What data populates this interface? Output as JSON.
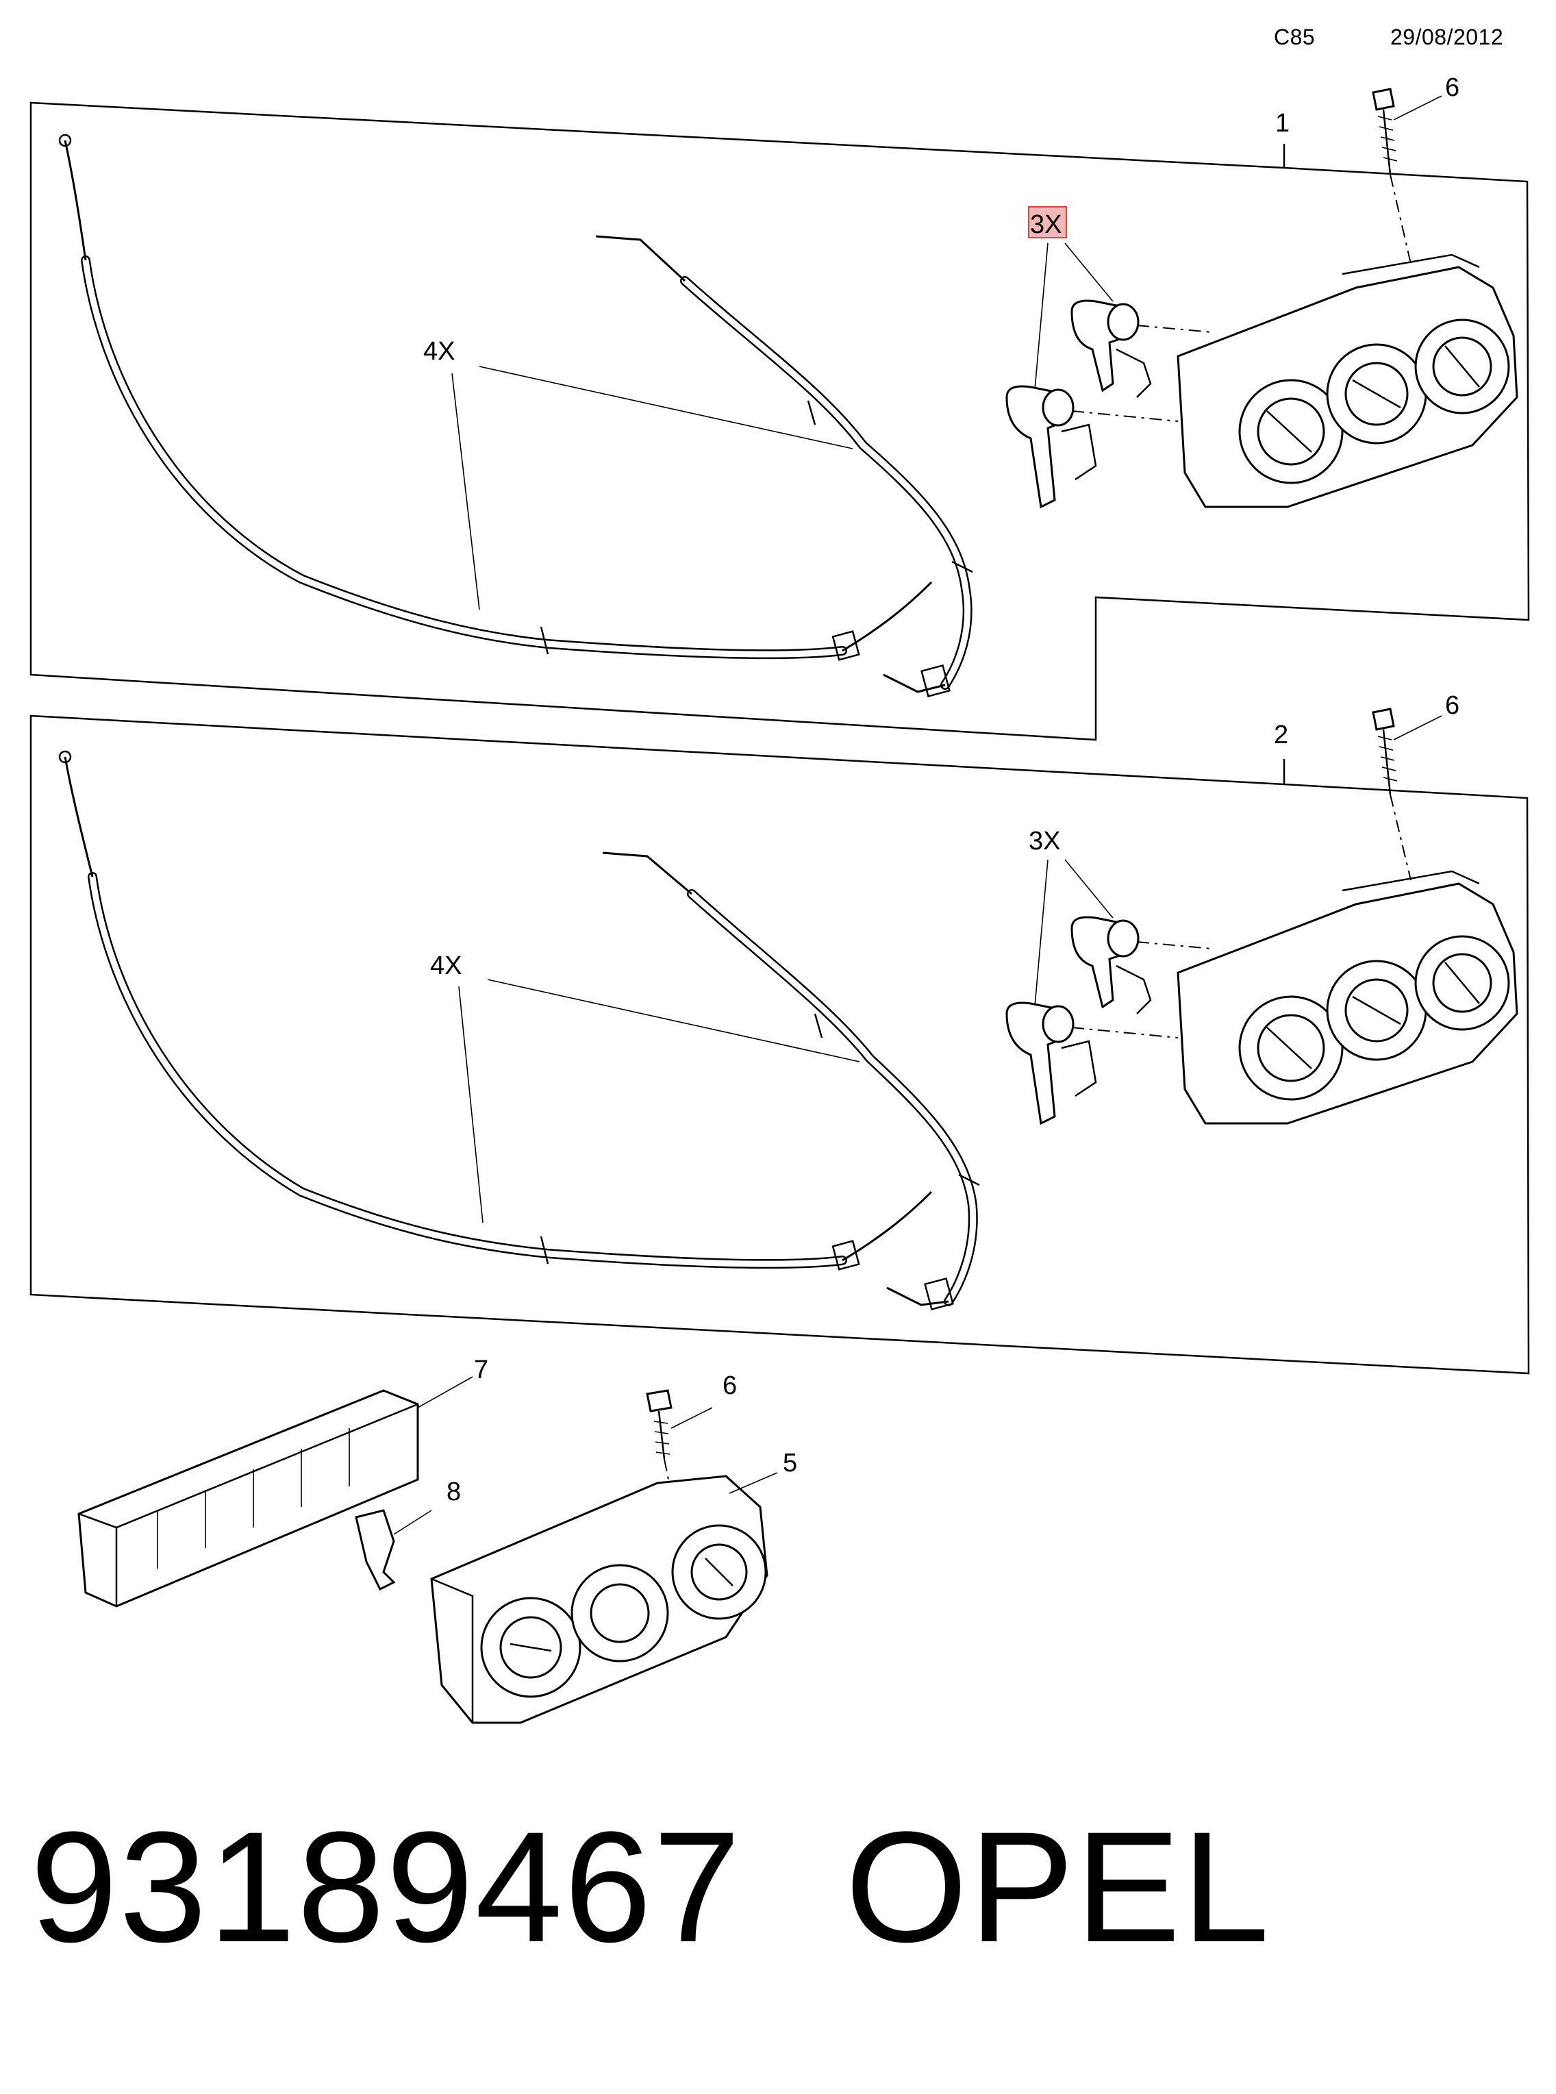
{
  "header": {
    "code": "C85",
    "date": "29/08/2012"
  },
  "callouts": {
    "item1": "1",
    "item2": "2",
    "item5": "5",
    "item6_upper": "6",
    "item6_middle": "6",
    "item6_lower": "6",
    "item7": "7",
    "item8": "8",
    "qty_cables_upper": "4X",
    "qty_levers_upper": "3X",
    "qty_cables_lower": "4X",
    "qty_levers_lower": "3X"
  },
  "colors": {
    "highlight_box": "#f3b7b7",
    "highlight_border": "#d44444"
  },
  "footer": {
    "part_number": "93189467",
    "brand": "OPEL"
  }
}
